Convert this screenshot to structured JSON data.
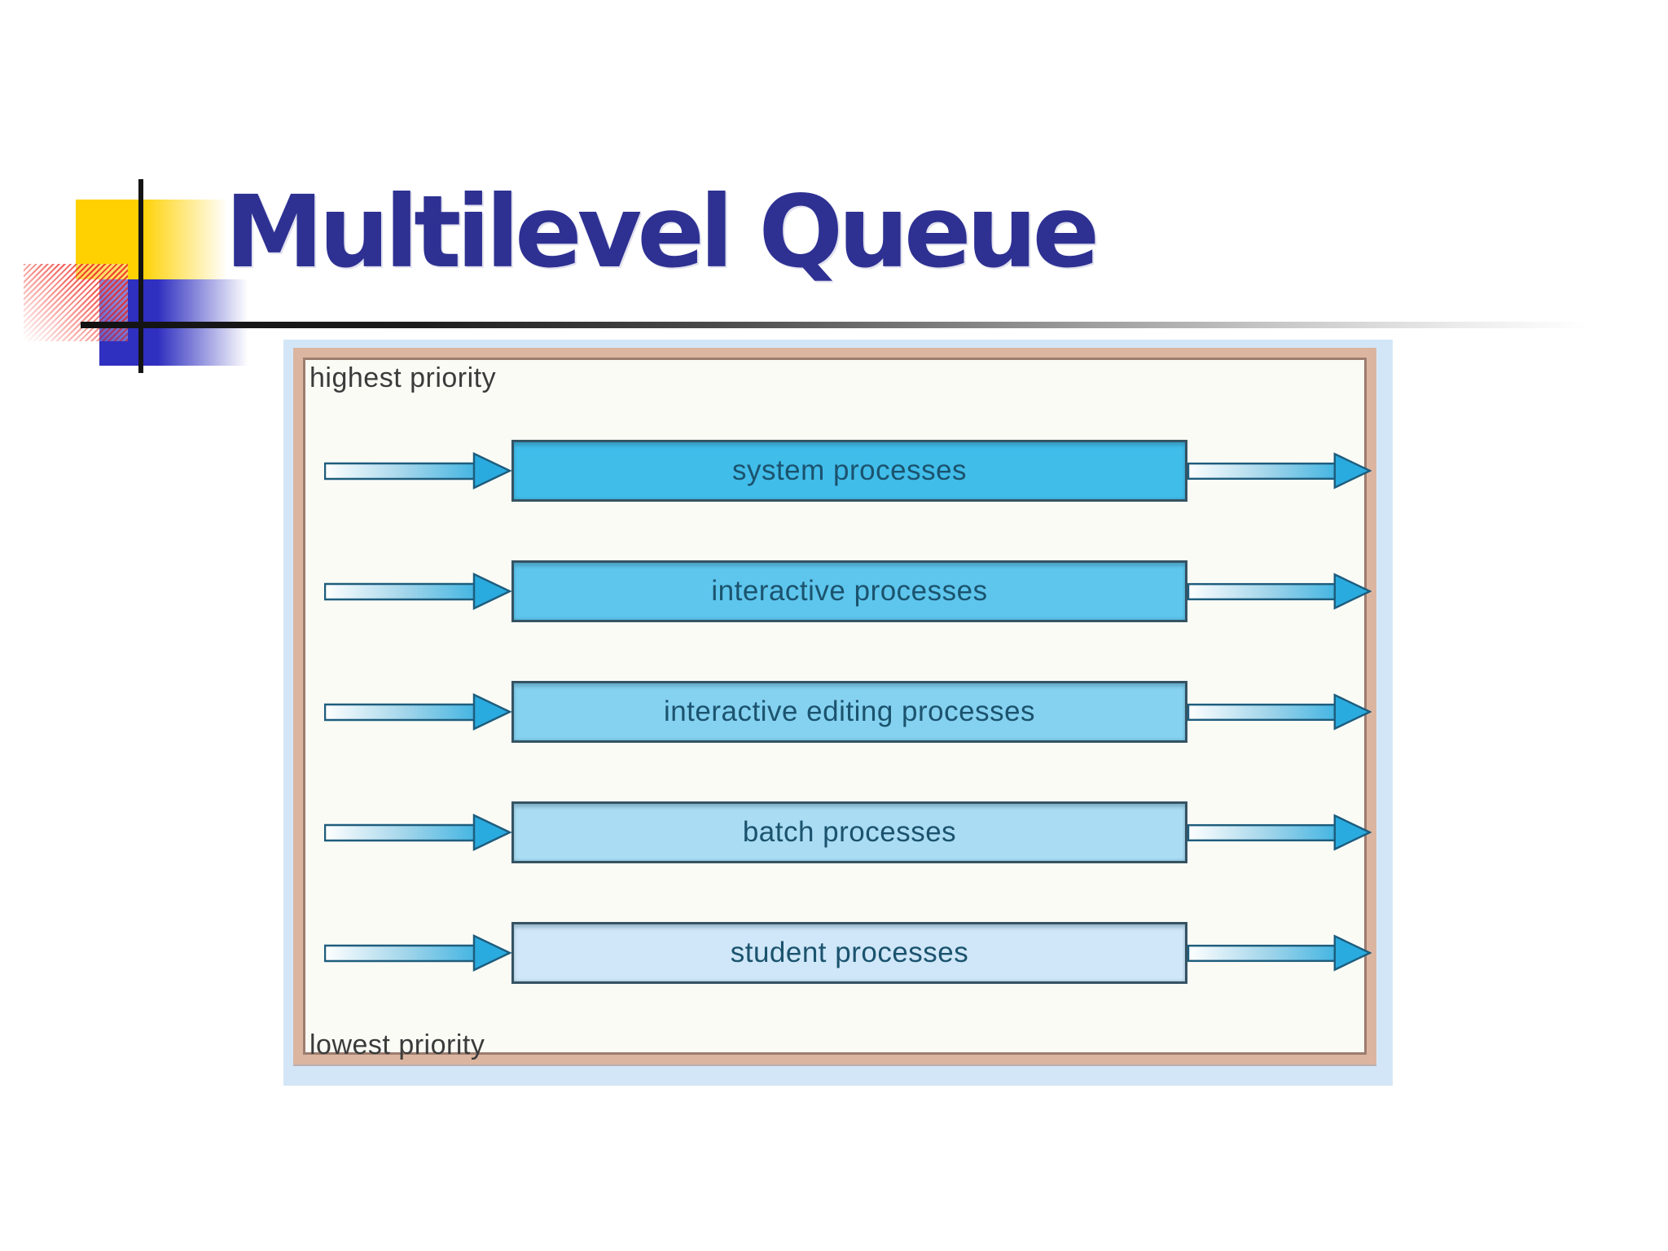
{
  "slide": {
    "title": "Multilevel Queue"
  },
  "diagram": {
    "top_label": "highest priority",
    "bottom_label": "lowest priority",
    "queues": [
      {
        "label": "system processes",
        "fill": "#41bdea"
      },
      {
        "label": "interactive processes",
        "fill": "#5ec6ed"
      },
      {
        "label": "interactive editing processes",
        "fill": "#85d2f0"
      },
      {
        "label": "batch processes",
        "fill": "#aadcf3"
      },
      {
        "label": "student processes",
        "fill": "#cfe7f8"
      }
    ]
  },
  "colors": {
    "title-color": "#2e3192",
    "mat": "#d3e6f7",
    "frame": "#dcb5a0",
    "frame-line": "#9c7d6e",
    "frame-bg": "#fbfbf6",
    "box-border": "#355362",
    "label": "#1b536e",
    "prio": "#3b3b3b",
    "arrow-outline": "#1e5d7d",
    "arrow-head": "#2aabdf",
    "arrow-gradient-start": "#ffffff",
    "arrow-gradient-mid": "#9fd4ea",
    "arrow-gradient-end": "#44b5e2",
    "line-dark": "#141414",
    "decor-yellow": "#ffd100",
    "decor-blue": "#2f2fc0",
    "decor-red": "#ee352c"
  }
}
